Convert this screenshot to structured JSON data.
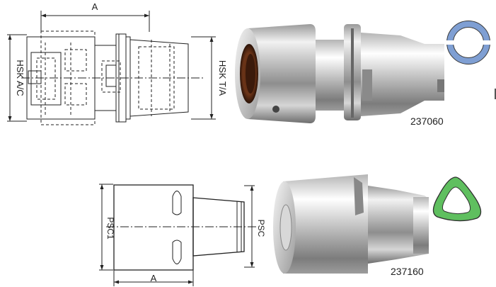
{
  "top": {
    "dimension_label": "A",
    "left_side_label": "HSK A/C",
    "right_side_label": "HSK T/A",
    "part_number": "237060",
    "profile_icon": "hsk-ring-profile-icon",
    "profile_color": "#7f9fd3"
  },
  "bottom": {
    "dimension_label": "A",
    "left_side_label": "PSC1",
    "right_side_label": "PSC",
    "part_number": "237160",
    "profile_icon": "psc-polygon-profile-icon",
    "profile_color": "#5fbf5f"
  }
}
